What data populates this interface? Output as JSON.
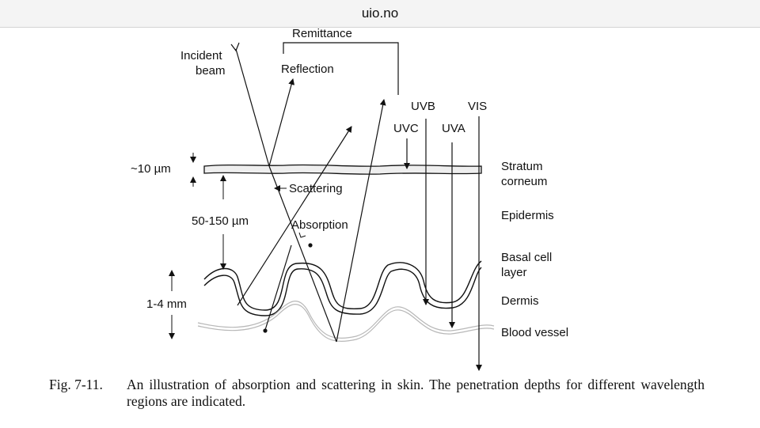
{
  "header": {
    "site": "uio.no"
  },
  "figure": {
    "labels": {
      "remittance": "Remittance",
      "incident": "Incident",
      "beam": "beam",
      "reflection": "Reflection",
      "uvb": "UVB",
      "vis": "VIS",
      "uvc": "UVC",
      "uva": "UVA",
      "thickness_sc": "~10 µm",
      "scattering": "Scattering",
      "thickness_epi": "50-150 µm",
      "absorption": "Absorption",
      "thickness_dermis": "1-4 mm",
      "stratum": "Stratum",
      "corneum": "corneum",
      "epidermis": "Epidermis",
      "basal": "Basal cell",
      "layer": "layer",
      "dermis": "Dermis",
      "blood_vessel": "Blood vessel"
    }
  },
  "caption": {
    "number": "Fig. 7-11.",
    "text": "An illustration of absorption and scattering in skin. The penetration depths for different wavelength regions are indicated."
  }
}
